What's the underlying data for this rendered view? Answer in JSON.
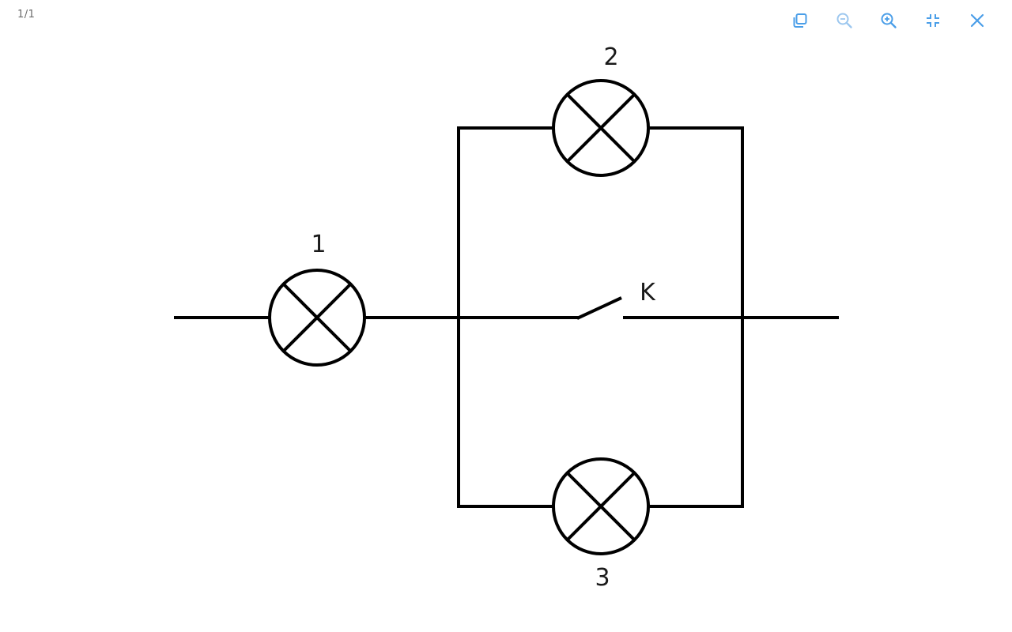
{
  "viewer": {
    "counter": "1/1",
    "accent_color": "#4a9ee8",
    "toolbar": [
      {
        "name": "copy-icon",
        "action": "copy"
      },
      {
        "name": "zoom-out-icon",
        "action": "zoom-out"
      },
      {
        "name": "zoom-in-icon",
        "action": "zoom-in"
      },
      {
        "name": "exit-fullscreen-icon",
        "action": "exit-fullscreen"
      },
      {
        "name": "close-icon",
        "action": "close"
      }
    ]
  },
  "diagram": {
    "lamps": [
      {
        "label": "1"
      },
      {
        "label": "2"
      },
      {
        "label": "3"
      }
    ],
    "switch_label": "K"
  }
}
